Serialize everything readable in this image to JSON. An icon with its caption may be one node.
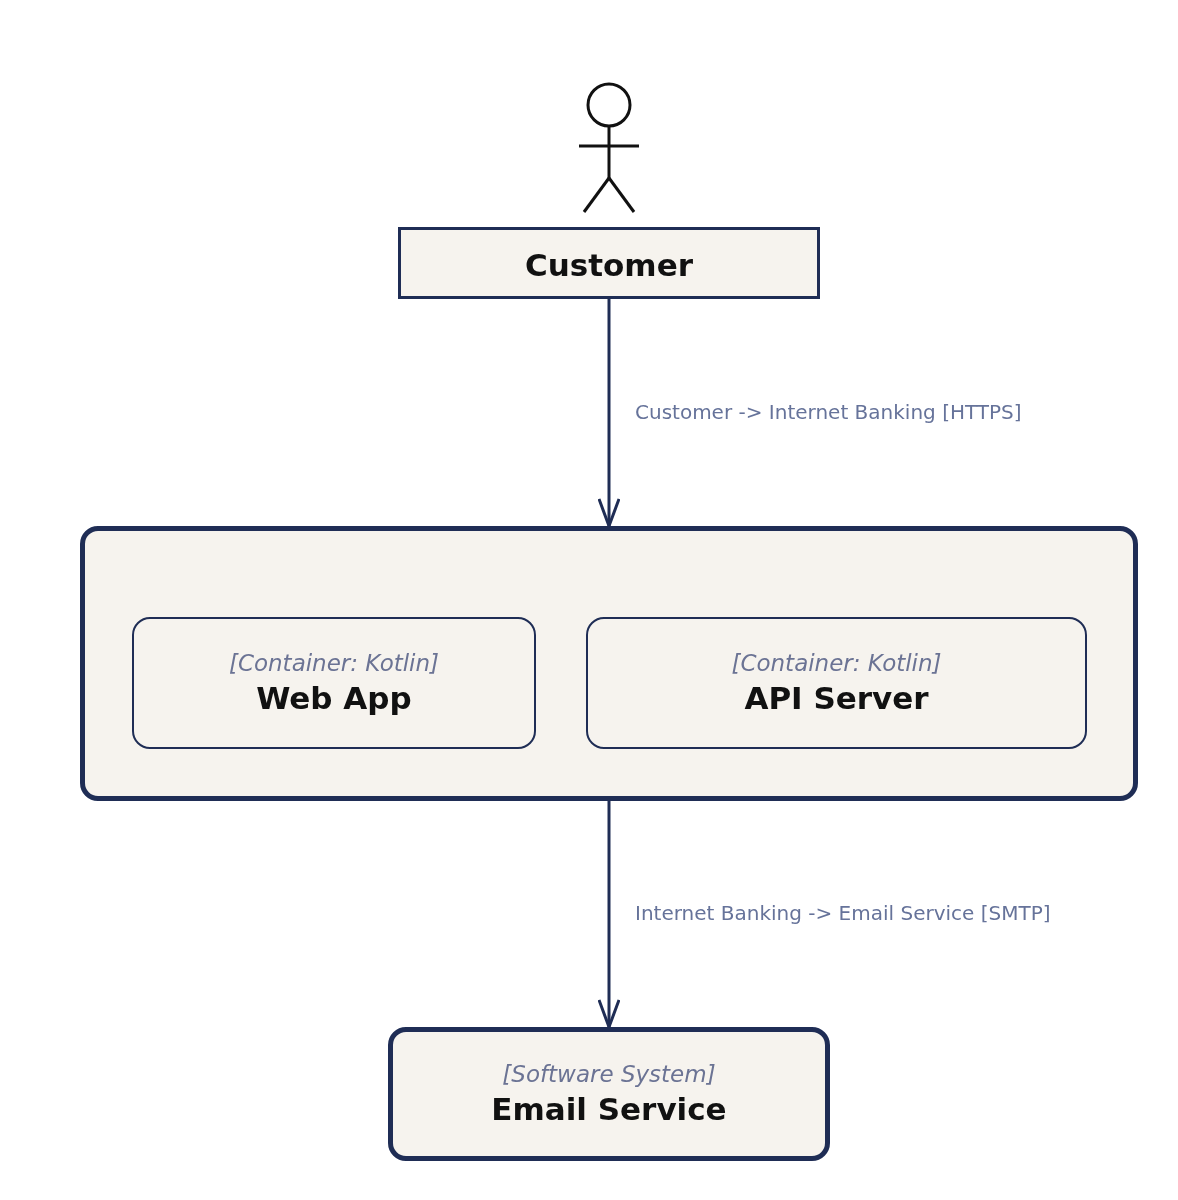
{
  "diagram": {
    "nodes": [
      {
        "text": [
          "Customer"
        ]
      },
      {
        "text": [],
        "shape": "box"
      },
      {
        "text": [
          "[Container: Kotlin]",
          "Web App"
        ],
        "in": 1
      },
      {
        "text": [
          "[Container: Kotlin]",
          "API Server"
        ],
        "in": 1
      },
      {
        "text": [
          "[Software System]",
          "Email Service"
        ]
      }
    ],
    "edges": [
      {
        "from": 0,
        "to": 1,
        "arrow": "to",
        "label": "Customer -> Internet Banking [HTTPS]"
      },
      {
        "from": 1,
        "to": 4,
        "arrow": "to",
        "label": "Internet Banking -> Email Service [SMTP]"
      }
    ]
  }
}
